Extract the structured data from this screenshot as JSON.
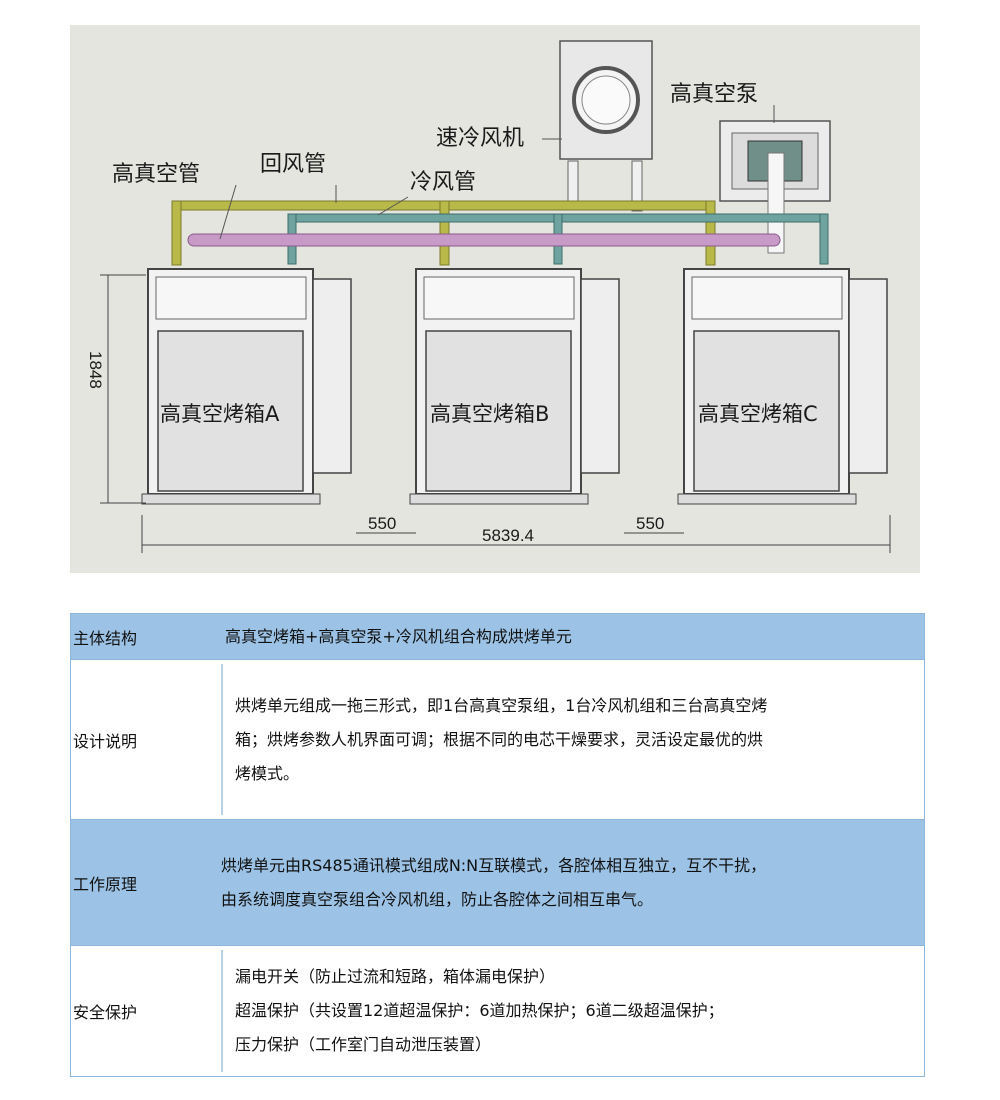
{
  "diagram": {
    "labels": {
      "vacuum_pump": "高真空泵",
      "quick_cooler": "速冷风机",
      "vacuum_pipe": "高真空管",
      "return_pipe": "回风管",
      "cold_pipe": "冷风管"
    },
    "ovens": [
      {
        "label": "高真空烤箱A"
      },
      {
        "label": "高真空烤箱B"
      },
      {
        "label": "高真空烤箱C"
      }
    ],
    "dimensions": {
      "height": "1848",
      "gap_left": "550",
      "gap_right": "550",
      "total_width": "5839.4"
    },
    "colors": {
      "return_pipe": "#b9b94a",
      "cold_pipe": "#6fa3a0",
      "vacuum_pipe": "#c89ac8",
      "panel_bg": "#e4e5df"
    }
  },
  "table": {
    "rows": [
      {
        "head": "主体结构",
        "lines": [
          "高真空烤箱+高真空泵+冷风机组合构成烘烤单元"
        ]
      },
      {
        "head": "设计说明",
        "lines": [
          "烘烤单元组成一拖三形式，即1台高真空泵组，1台冷风机组和三台高真空烤",
          "箱；烘烤参数人机界面可调；根据不同的电芯干燥要求，灵活设定最优的烘",
          "烤模式。"
        ]
      },
      {
        "head": "工作原理",
        "lines": [
          "烘烤单元由RS485通讯模式组成N:N互联模式，各腔体相互独立，互不干扰，",
          "由系统调度真空泵组合冷风机组，防止各腔体之间相互串气。"
        ]
      },
      {
        "head": "安全保护",
        "lines": [
          "漏电开关（防止过流和短路，箱体漏电保护）",
          "超温保护（共设置12道超温保护：6道加热保护；6道二级超温保护；",
          "压力保护（工作室门自动泄压装置）"
        ]
      }
    ]
  }
}
